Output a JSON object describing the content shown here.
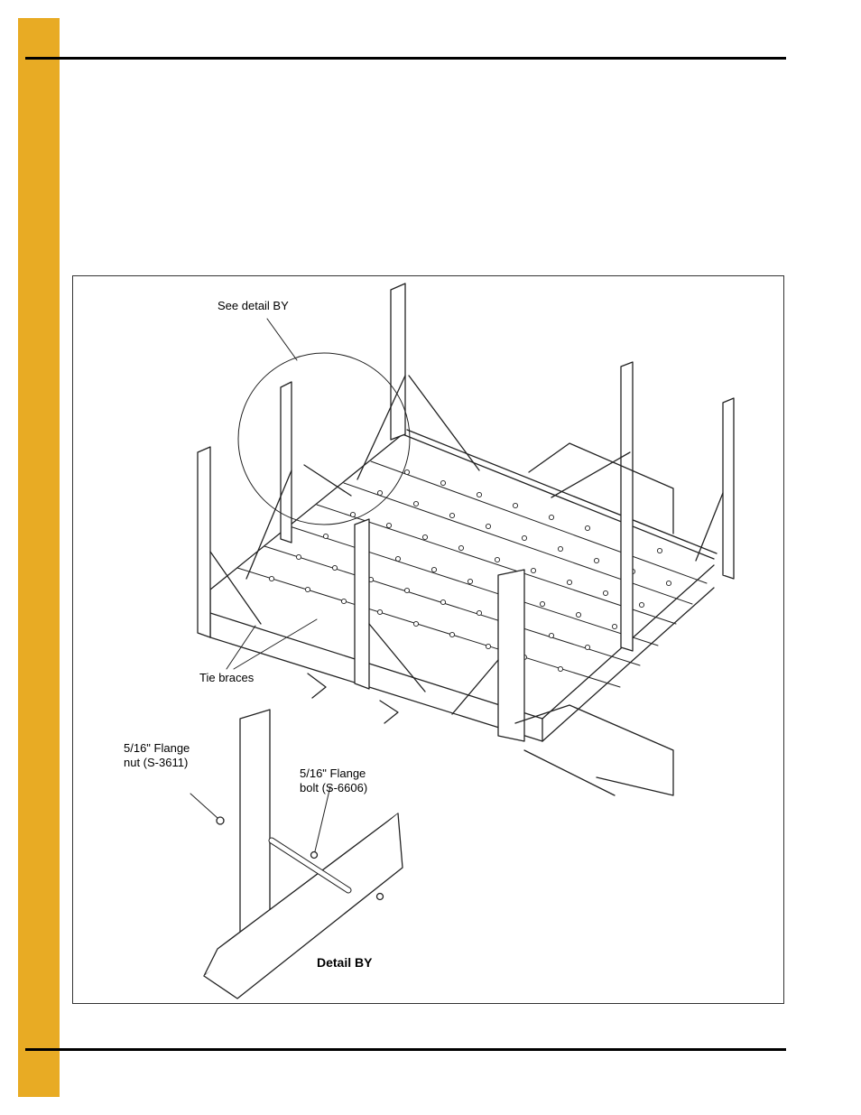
{
  "colors": {
    "side_tab": "#E8AB24",
    "rule": "#000000",
    "drawing_line": "#222222"
  },
  "figure": {
    "callouts": {
      "see_detail": "See detail BY",
      "tie_braces": "Tie braces",
      "flange_nut": "5/16\" Flange\nnut (S-3611)",
      "flange_bolt": "5/16\" Flange\nbolt (S-6606)",
      "detail_title": "Detail BY"
    }
  }
}
